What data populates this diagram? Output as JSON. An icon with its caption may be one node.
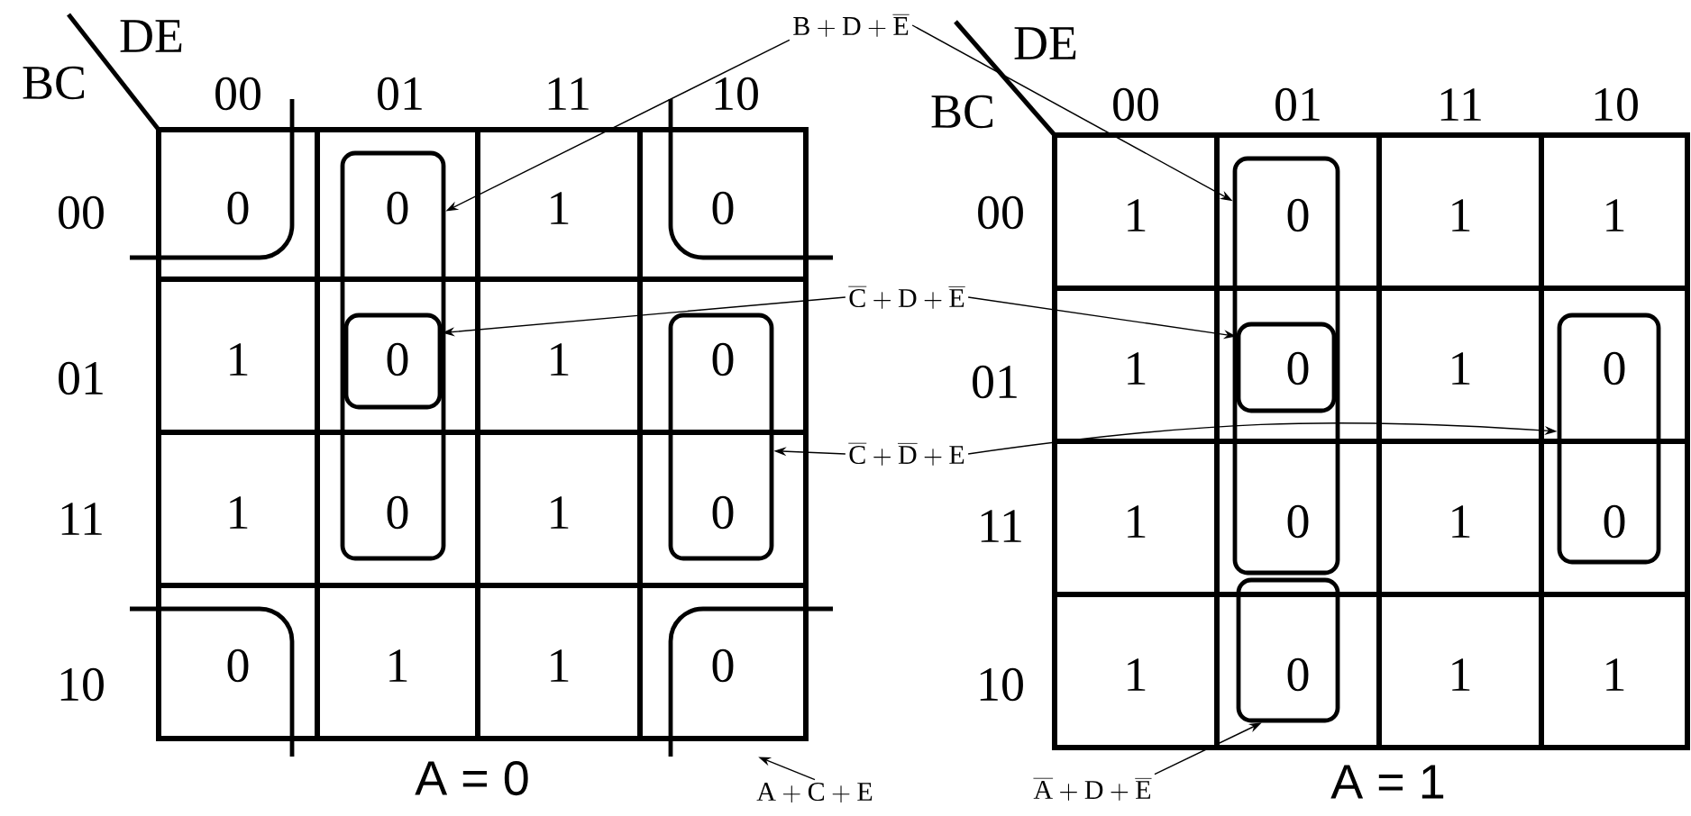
{
  "diagram": {
    "nodes": [
      {
        "text": [
          "\\mathrm{B} + \\mathrm{D} + \\overline{\\mathrm{E}}"
        ]
      },
      {
        "text": [
          "\\overline{\\mathrm{C}} + \\mathrm{D} + \\overline{\\mathrm{E}}"
        ]
      },
      {
        "text": [
          "\\overline{\\mathrm{C}} + \\overline{\\mathrm{D}} + \\mathrm{E}"
        ]
      },
      {
        "text": [
          "\\mathrm{A} + \\mathrm{C} + \\mathrm{E}"
        ]
      },
      {
        "text": [
          "\\overline{\\mathrm{A}} + \\mathrm{D} + \\overline{\\mathrm{E}}"
        ]
      },
      {
        "text": [],
        "shape": "box"
      },
      {
        "text": [],
        "shape": "box",
        "in": 5
      },
      {
        "text": [],
        "shape": "box"
      },
      {
        "text": [],
        "shape": "arc"
      },
      {
        "text": [],
        "shape": "arc"
      },
      {
        "text": [],
        "shape": "arc"
      },
      {
        "text": [],
        "shape": "arc"
      },
      {
        "text": [],
        "shape": "box"
      },
      {
        "text": [],
        "shape": "box",
        "in": 12
      },
      {
        "text": [],
        "shape": "box"
      },
      {
        "text": [],
        "shape": "box"
      }
    ],
    "edges": [
      {
        "from": 0,
        "to": 5,
        "arrow": "to"
      },
      {
        "from": 0,
        "to": 12,
        "arrow": "to"
      },
      {
        "from": 1,
        "to": 6,
        "arrow": "to"
      },
      {
        "from": 1,
        "to": 13,
        "arrow": "to"
      },
      {
        "from": 2,
        "to": 7,
        "arrow": "to"
      },
      {
        "from": 2,
        "to": 14,
        "arrow": "to"
      },
      {
        "from": 3,
        "to": 11,
        "arrow": "to"
      },
      {
        "from": 4,
        "to": 15,
        "arrow": "to"
      }
    ],
    "labels": [
      "DE",
      "BC",
      "00",
      "01",
      "11",
      "10",
      "00",
      "0",
      "0",
      "1",
      "0",
      "01",
      "1",
      "0",
      "1",
      "0",
      "11",
      "1",
      "0",
      "1",
      "0",
      "10",
      "0",
      "1",
      "1",
      "0",
      "A = 0",
      "DE",
      "BC",
      "00",
      "01",
      "11",
      "10",
      "00",
      "1",
      "0",
      "1",
      "1",
      "01",
      "1",
      "0",
      "1",
      "0",
      "11",
      "1",
      "0",
      "1",
      "0",
      "10",
      "1",
      "0",
      "1",
      "1",
      "A = 1"
    ]
  }
}
